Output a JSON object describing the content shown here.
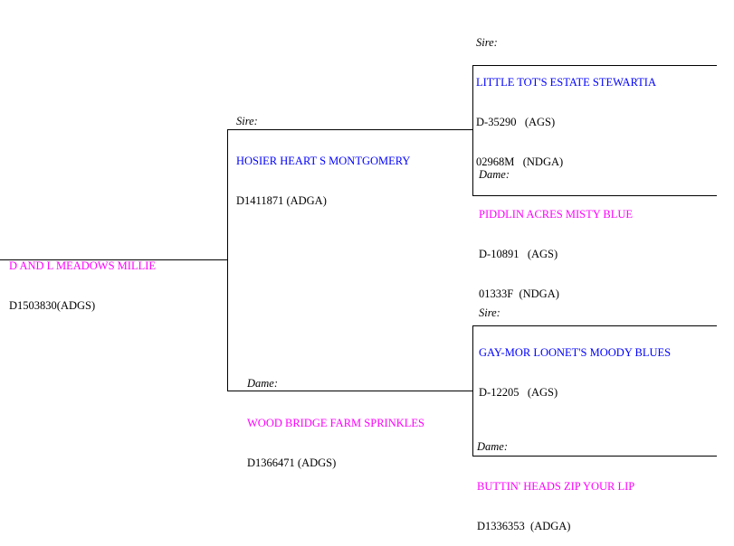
{
  "colors": {
    "sire": "#0000ff",
    "dam": "#ff00ff",
    "line": "#000000"
  },
  "subject": {
    "name": "D AND L MEADOWS MILLIE",
    "reg": [
      "D1503830(ADGS)"
    ]
  },
  "sire": {
    "label": "Sire:",
    "name": "HOSIER HEART S MONTGOMERY",
    "reg": [
      "D1411871 (ADGA)"
    ]
  },
  "dam": {
    "label": "Dame:",
    "name": "WOOD BRIDGE FARM SPRINKLES",
    "reg": [
      "D1366471 (ADGS)"
    ]
  },
  "sire_sire": {
    "label": "Sire:",
    "name": "LITTLE TOT'S ESTATE STEWARTIA",
    "reg": [
      "D-35290   (AGS)",
      "02968M   (NDGA)"
    ]
  },
  "sire_dam": {
    "label": "Dame:",
    "name": "PIDDLIN ACRES MISTY BLUE",
    "reg": [
      "D-10891   (AGS)",
      "01333F  (NDGA)"
    ]
  },
  "dam_sire": {
    "label": "Sire:",
    "name": "GAY-MOR LOONET'S MOODY BLUES",
    "reg": [
      "D-12205   (AGS)"
    ]
  },
  "dam_dam": {
    "label": "Dame:",
    "name": "BUTTIN' HEADS ZIP YOUR LIP",
    "reg": [
      "D1336353  (ADGA)"
    ]
  }
}
